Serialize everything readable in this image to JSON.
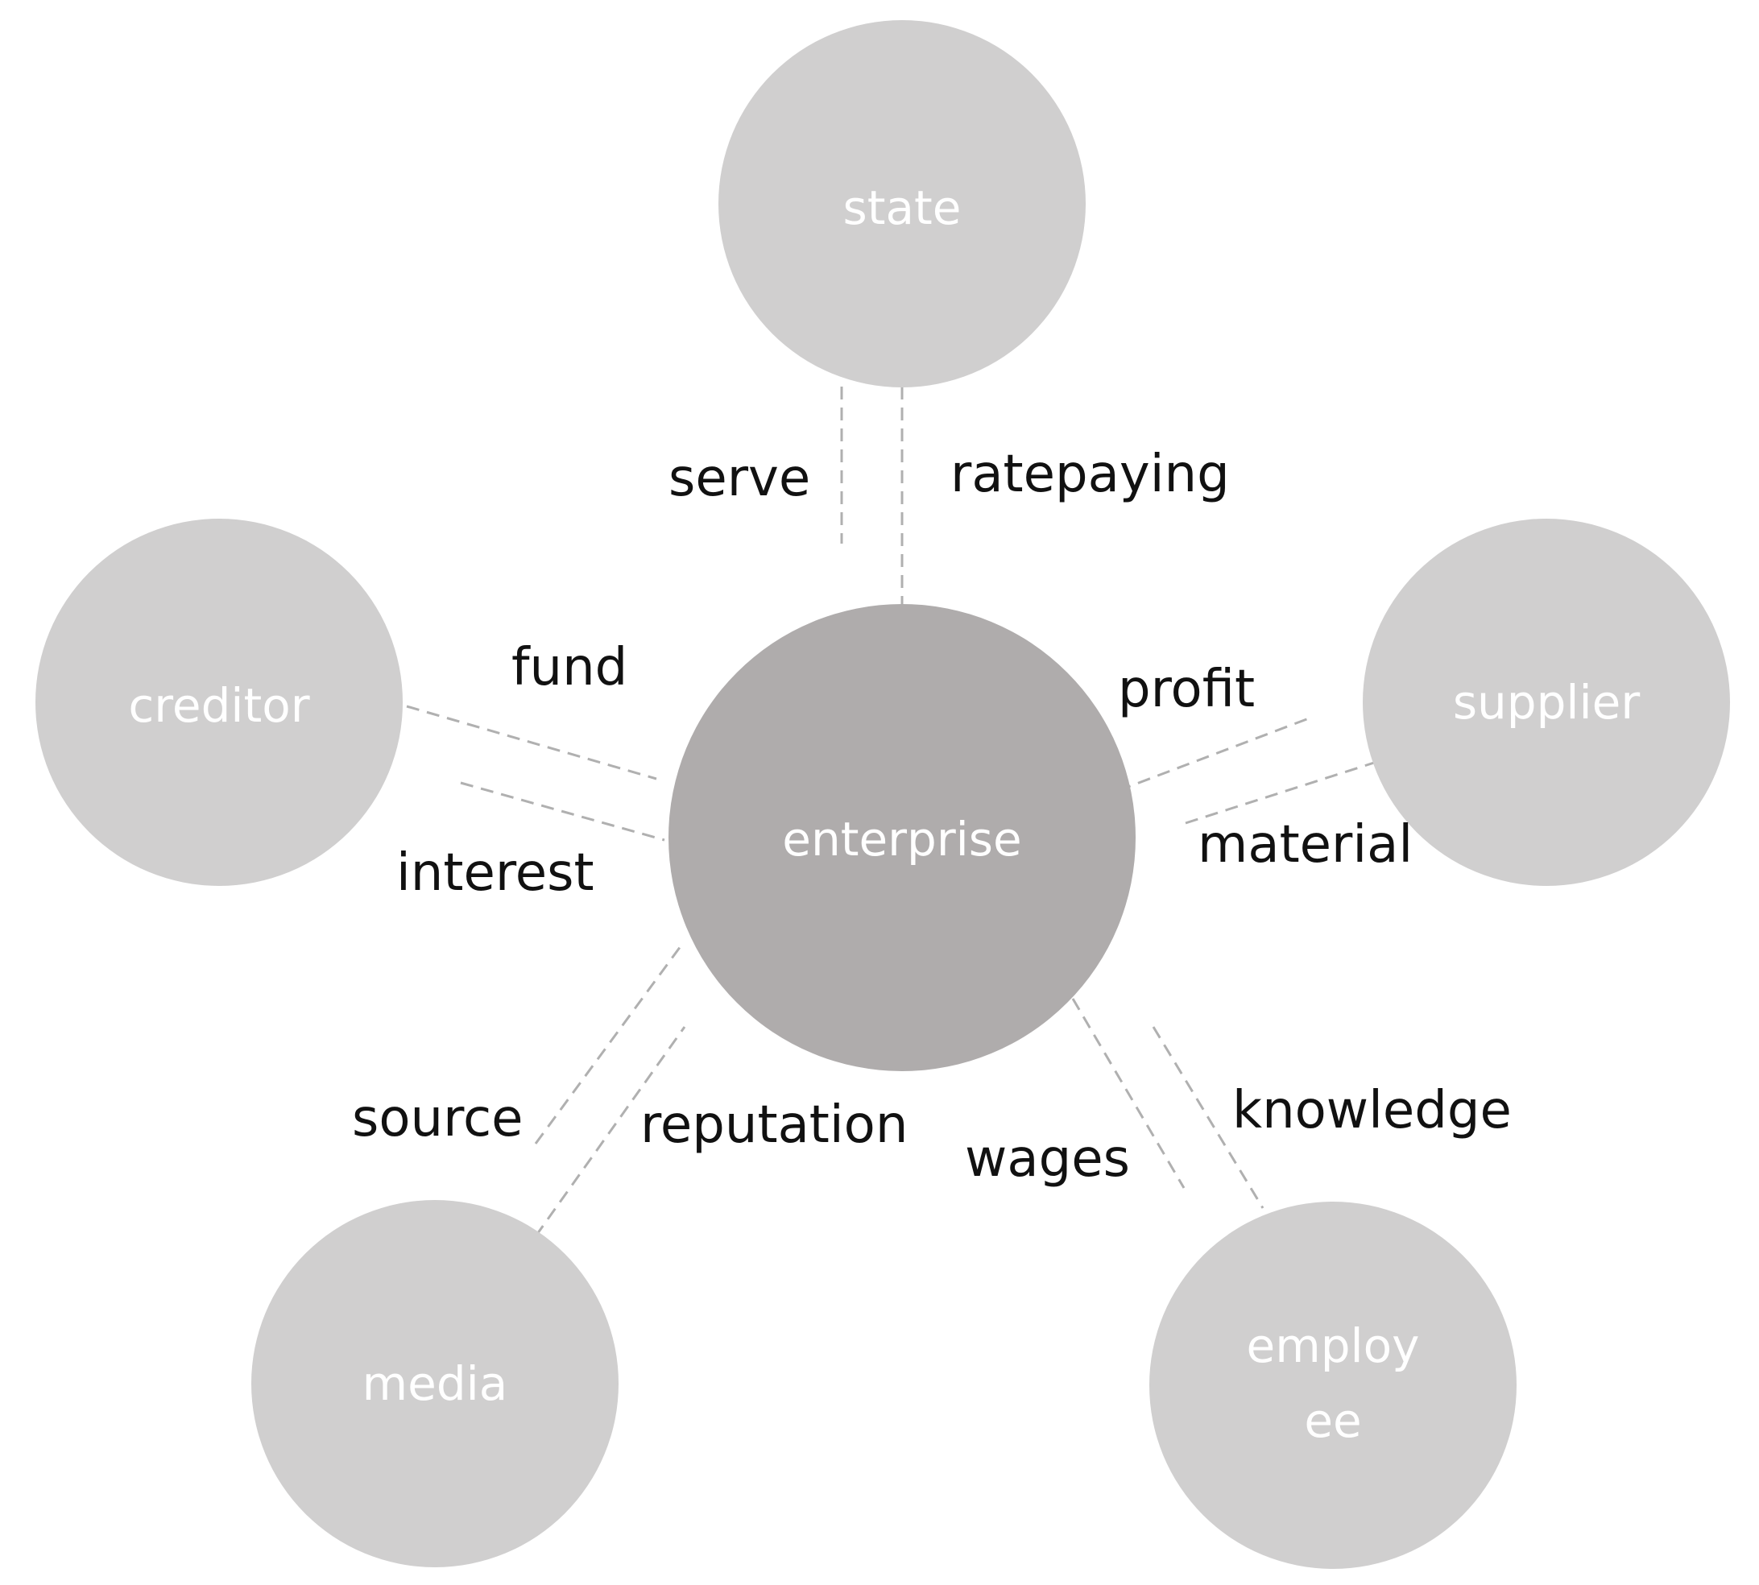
{
  "nodes": {
    "center": {
      "label": "enterprise"
    },
    "state": {
      "label": "state"
    },
    "creditor": {
      "label": "creditor"
    },
    "supplier": {
      "label": "supplier"
    },
    "media": {
      "label": "media"
    },
    "employee": {
      "label_line1": "employ",
      "label_line2": "ee"
    }
  },
  "relations": {
    "serve": "serve",
    "ratepaying": "ratepaying",
    "fund": "fund",
    "interest": "interest",
    "profit": "profit",
    "material": "material",
    "source": "source",
    "reputation": "reputation",
    "wages": "wages",
    "knowledge": "knowledge"
  },
  "colors": {
    "center_fill": "#afacac",
    "outer_fill": "#d0cfcf",
    "connector": "#b0b0b0",
    "node_text": "#ffffff",
    "relation_text": "#111111"
  }
}
